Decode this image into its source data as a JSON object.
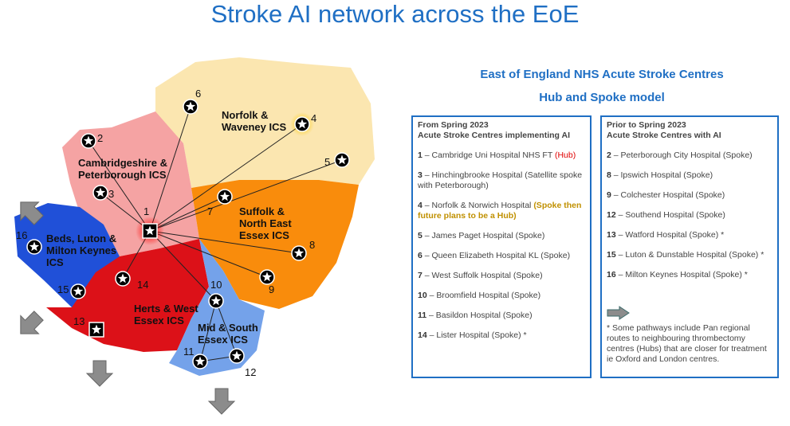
{
  "title": "Stroke AI network across the EoE",
  "subtitle1": "East of England NHS Acute Stroke Centres",
  "subtitle2": "Hub and Spoke model",
  "regions": {
    "norfolk": "Norfolk & Waveney ICS",
    "cambs": "Cambridgeshire & Peterborough ICS",
    "suffolk": "Suffolk & North East Essex ICS",
    "beds": "Beds, Luton & Milton Keynes ICS",
    "herts": "Herts & West Essex ICS",
    "essex": "Mid & South Essex ICS"
  },
  "markers": [
    "1",
    "2",
    "3",
    "4",
    "5",
    "6",
    "7",
    "8",
    "9",
    "10",
    "11",
    "12",
    "13",
    "14",
    "15",
    "16"
  ],
  "colors": {
    "norfolk": "#fbe6b0",
    "cambs": "#f5a3a3",
    "suffolk": "#f98c0c",
    "beds": "#2050d8",
    "herts": "#dc1118",
    "essex": "#74a2ea",
    "accent": "#1f6fc4"
  },
  "left_box": {
    "heading1": "From Spring 2023",
    "heading2": "Acute Stroke Centres implementing AI",
    "items": [
      {
        "num": "1",
        "text": " – Cambridge Uni Hospital NHS FT ",
        "tag": "(Hub)"
      },
      {
        "num": "3",
        "text": " – Hinchingbrooke Hospital (Satellite spoke with Peterborough)"
      },
      {
        "num": "4",
        "text": " – Norfolk & Norwich Hospital ",
        "tag": "(Spoke then future plans to be a Hub)"
      },
      {
        "num": "5",
        "text": " – James Paget Hospital (Spoke)"
      },
      {
        "num": "6",
        "text": " – Queen Elizabeth Hospital KL (Spoke)"
      },
      {
        "num": "7",
        "text": " – West Suffolk Hospital (Spoke)"
      },
      {
        "num": "10",
        "text": " – Broomfield Hospital (Spoke)"
      },
      {
        "num": "11",
        "text": " – Basildon Hospital (Spoke)"
      },
      {
        "num": "14",
        "text": " – Lister Hospital (Spoke) *"
      }
    ]
  },
  "right_box": {
    "heading1": "Prior to Spring 2023",
    "heading2": "Acute Stroke Centres with AI",
    "items": [
      {
        "num": "2",
        "text": " – Peterborough City Hospital (Spoke)"
      },
      {
        "num": "8",
        "text": " – Ipswich Hospital (Spoke)"
      },
      {
        "num": "9",
        "text": " – Colchester Hospital (Spoke)"
      },
      {
        "num": "12",
        "text": " – Southend Hospital (Spoke)"
      },
      {
        "num": "13",
        "text": " – Watford Hospital (Spoke) *"
      },
      {
        "num": "15",
        "text": " – Luton & Dunstable Hospital (Spoke) *"
      },
      {
        "num": "16",
        "text": " – Milton Keynes Hospital (Spoke) *"
      }
    ],
    "note": "* Some pathways include Pan regional routes to neighbouring thrombectomy centres (Hubs) that are closer for treatment ie Oxford and London centres."
  }
}
